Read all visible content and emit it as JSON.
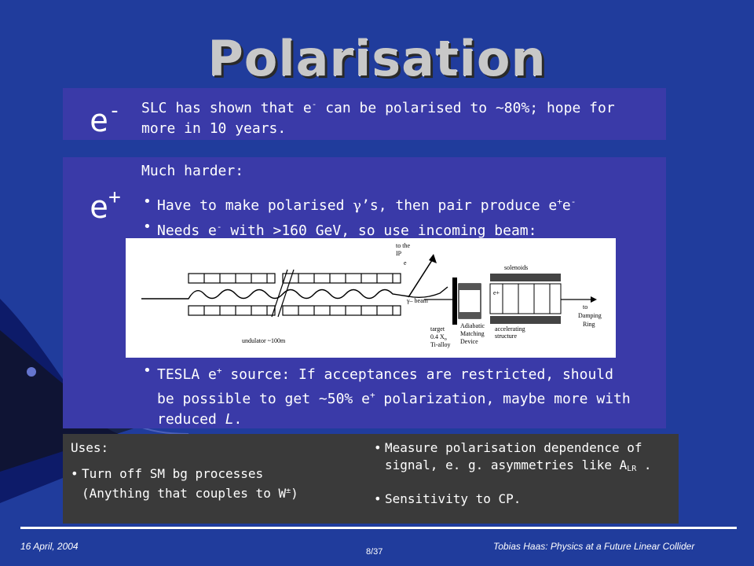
{
  "slide": {
    "title": "Polarisation",
    "eminus": {
      "symbol_base": "e",
      "symbol_sup": "-",
      "text_line1_a": "SLC has shown that e",
      "text_line1_sup": "-",
      "text_line1_b": " can be polarised to ~80%; hope for",
      "text_line2": "more in 10 years."
    },
    "eplus": {
      "symbol_base": "e",
      "symbol_sup": "+",
      "intro": "Much harder:",
      "bullet1_a": "Have to make polarised ",
      "bullet1_gamma": "γ",
      "bullet1_b": "’s, then pair produce e",
      "bullet1_sup1": "+",
      "bullet1_c": "e",
      "bullet1_sup2": "-",
      "bullet2_a": "Needs e",
      "bullet2_sup": "-",
      "bullet2_b": " with >160 GeV, so use incoming beam:",
      "bullet3_line1_a": "TESLA e",
      "bullet3_line1_sup": "+",
      "bullet3_line1_b": " source: If acceptances are restricted, should",
      "bullet3_line2_a": "be possible to get ~50% e",
      "bullet3_line2_sup": "+",
      "bullet3_line2_b": " polarization, maybe more with",
      "bullet3_line3_a": "reduced ",
      "bullet3_line3_b": "L",
      "bullet3_line3_c": "."
    },
    "diagram": {
      "to_ip": "to the",
      "ip": "IP",
      "e_minus": "e",
      "solenoids": "solenoids",
      "gamma_beam": "γ– beam",
      "e_plus": "e+",
      "to": "to",
      "damping": "Damping",
      "ring": "Ring",
      "target": "target",
      "x0": "0.4 X",
      "x0_sub": "o",
      "ti_alloy": "Ti-alloy",
      "adiabatic": "Adiabatic",
      "matching": "Matching",
      "device": "Device",
      "accelerating": "accelerating",
      "structure": "structure",
      "undulator": "undulator ~100m"
    },
    "uses": {
      "label": "Uses:",
      "left_bullet_line1": "Turn off SM bg processes",
      "left_bullet_line2_a": "(Anything that couples to W",
      "left_bullet_line2_sup": "±",
      "left_bullet_line2_b": ")",
      "right_bullet1_line1": "Measure polarisation dependence of",
      "right_bullet1_line2_a": "signal, e. g. asymmetries like A",
      "right_bullet1_line2_sub": "LR",
      "right_bullet1_line2_b": " .",
      "right_bullet2": "Sensitivity to CP."
    },
    "footer": {
      "date": "16 April, 2004",
      "page": "8/37",
      "author": "Tobias Haas: Physics at a Future Linear Collider"
    },
    "colors": {
      "background": "#203c9c",
      "panel": "#3a3aa8",
      "uses_box": "#3a3a3a",
      "title": "#c8c8c8"
    }
  }
}
